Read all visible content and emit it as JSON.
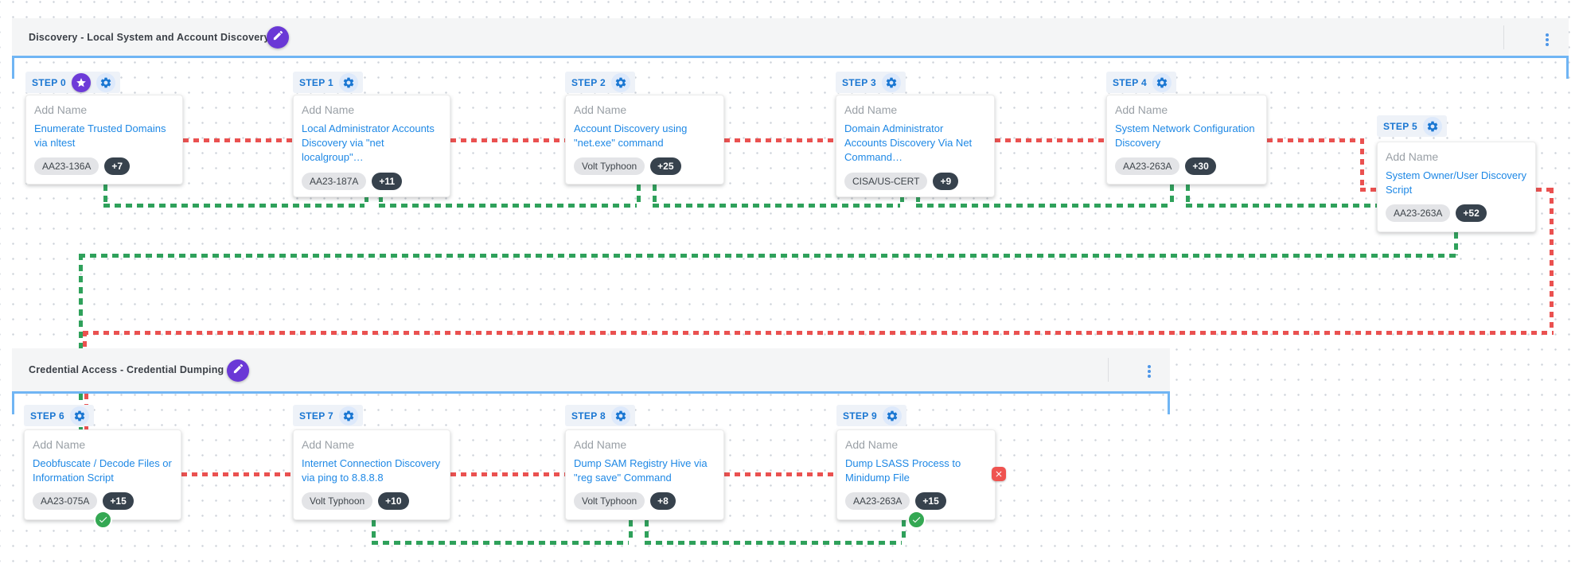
{
  "ui": {
    "add_name_placeholder": "Add Name"
  },
  "colors": {
    "red_connector": "#ea5150",
    "green_connector": "#2fa15b",
    "section_border_blue": "#70b5f4",
    "accent_purple": "#6a38d6",
    "step_blue": "#1976d2",
    "link_blue": "#1e88e5",
    "dark_pill": "#37424d",
    "success_green": "#34a853",
    "error_red": "#ef5350"
  },
  "sections": [
    {
      "title": "Discovery - Local System and Account Discovery",
      "edit_icon": "pencil-icon",
      "menu_icon": "kebab-menu-icon",
      "steps": [
        {
          "label": "STEP 0",
          "starred": true,
          "assessment": "Enumerate Trusted Domains via nltest",
          "tag": "AA23-136A",
          "count": "+7"
        },
        {
          "label": "STEP 1",
          "starred": false,
          "assessment": "Local Administrator Accounts Discovery via \"net localgroup\"…",
          "tag": "AA23-187A",
          "count": "+11"
        },
        {
          "label": "STEP 2",
          "starred": false,
          "assessment": "Account Discovery using \"net.exe\" command",
          "tag": "Volt Typhoon",
          "count": "+25"
        },
        {
          "label": "STEP 3",
          "starred": false,
          "assessment": "Domain Administrator Accounts Discovery Via Net Command…",
          "tag": "CISA/US-CERT",
          "count": "+9"
        },
        {
          "label": "STEP 4",
          "starred": false,
          "assessment": "System Network Configuration Discovery",
          "tag": "AA23-263A",
          "count": "+30"
        },
        {
          "label": "STEP 5",
          "starred": false,
          "assessment": "System Owner/User Discovery Script",
          "tag": "AA23-263A",
          "count": "+52"
        }
      ]
    },
    {
      "title": "Credential Access - Credential Dumping",
      "edit_icon": "pencil-icon",
      "menu_icon": "kebab-menu-icon",
      "steps": [
        {
          "label": "STEP 6",
          "starred": false,
          "assessment": "Deobfuscate / Decode Files or Information Script",
          "tag": "AA23-075A",
          "count": "+15",
          "status": "success"
        },
        {
          "label": "STEP 7",
          "starred": false,
          "assessment": "Internet Connection Discovery via ping to 8.8.8.8",
          "tag": "Volt Typhoon",
          "count": "+10"
        },
        {
          "label": "STEP 8",
          "starred": false,
          "assessment": "Dump SAM Registry Hive via \"reg save\" Command",
          "tag": "Volt Typhoon",
          "count": "+8"
        },
        {
          "label": "STEP 9",
          "starred": false,
          "assessment": "Dump LSASS Process to Minidump File",
          "tag": "AA23-263A",
          "count": "+15",
          "status": "success",
          "error_badge": true
        }
      ]
    }
  ]
}
